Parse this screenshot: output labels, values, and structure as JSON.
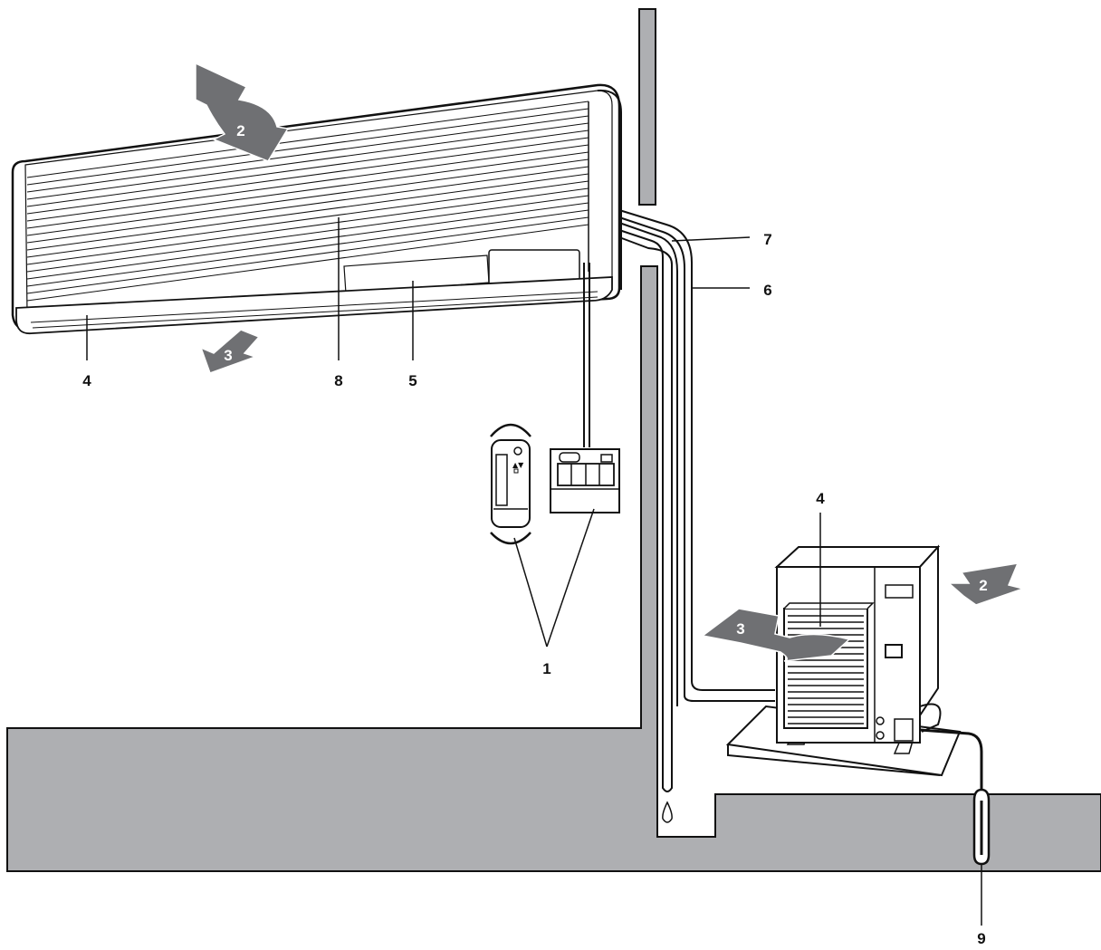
{
  "colors": {
    "ground": "#aeafb2",
    "arrow": "#6f7073",
    "outline": "#111111",
    "background": "#ffffff"
  },
  "labels": {
    "remote_controls": "1",
    "air_inlet_indoor": "2",
    "air_inlet_outdoor": "2",
    "air_outlet_indoor": "3",
    "air_outlet_outdoor": "3",
    "air_outlet_grille_indoor": "4",
    "air_outlet_grille_outdoor": "4",
    "display_panel": "5",
    "refrigerant_piping": "6",
    "drain_hose": "7",
    "front_grille": "8",
    "earth_lead": "9"
  }
}
